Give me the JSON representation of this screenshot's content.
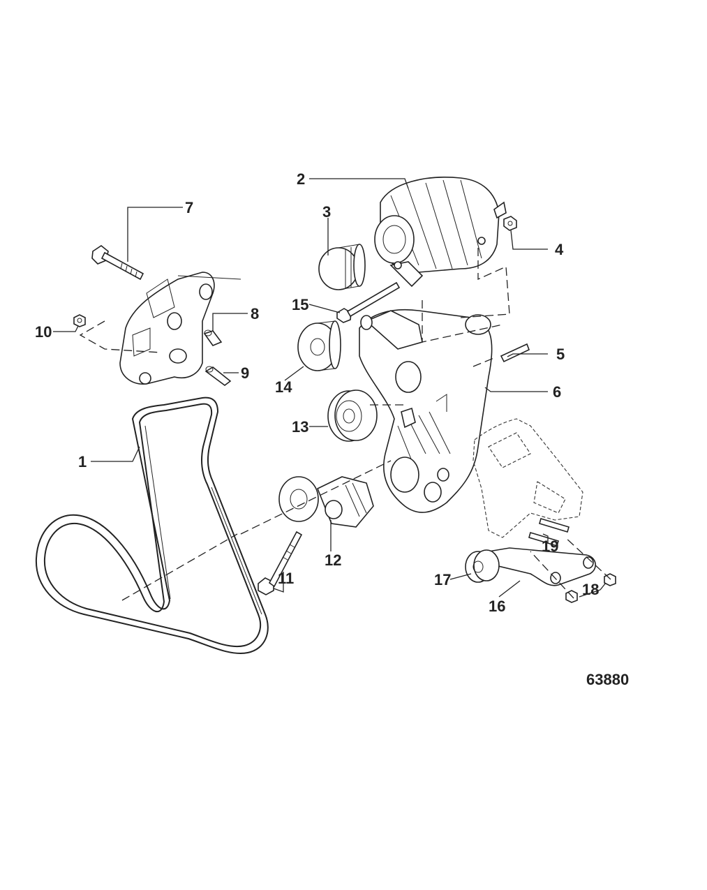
{
  "figure_id": "63880",
  "callouts": [
    "1",
    "2",
    "3",
    "4",
    "5",
    "6",
    "7",
    "8",
    "9",
    "10",
    "11",
    "12",
    "13",
    "14",
    "15",
    "16",
    "17",
    "18",
    "19"
  ]
}
